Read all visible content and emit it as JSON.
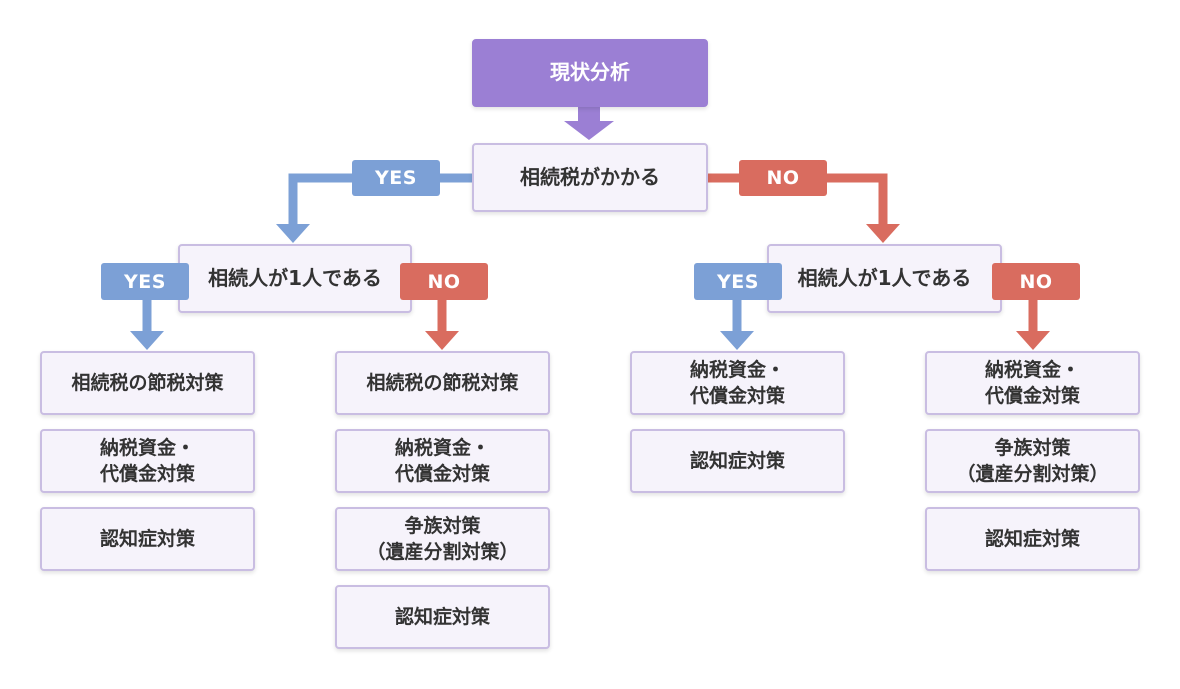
{
  "colors": {
    "root_fill": "#9b7fd4",
    "node_fill": "#f6f3fb",
    "node_border": "#c9bde2",
    "yes": "#7ca0d6",
    "no": "#d96c5f"
  },
  "root": {
    "label": "現状分析"
  },
  "top": {
    "question": "相続税がかかる",
    "yes": "YES",
    "no": "NO"
  },
  "left": {
    "question": "相続人が1人である",
    "yes": "YES",
    "no": "NO",
    "yes_items": [
      {
        "lines": [
          "相続税の節税対策"
        ]
      },
      {
        "lines": [
          "納税資金・",
          "代償金対策"
        ]
      },
      {
        "lines": [
          "認知症対策"
        ]
      }
    ],
    "no_items": [
      {
        "lines": [
          "相続税の節税対策"
        ]
      },
      {
        "lines": [
          "納税資金・",
          "代償金対策"
        ]
      },
      {
        "lines": [
          "争族対策",
          "（遺産分割対策）"
        ]
      },
      {
        "lines": [
          "認知症対策"
        ]
      }
    ]
  },
  "right": {
    "question": "相続人が1人である",
    "yes": "YES",
    "no": "NO",
    "yes_items": [
      {
        "lines": [
          "納税資金・",
          "代償金対策"
        ]
      },
      {
        "lines": [
          "認知症対策"
        ]
      }
    ],
    "no_items": [
      {
        "lines": [
          "納税資金・",
          "代償金対策"
        ]
      },
      {
        "lines": [
          "争族対策",
          "（遺産分割対策）"
        ]
      },
      {
        "lines": [
          "認知症対策"
        ]
      }
    ]
  }
}
